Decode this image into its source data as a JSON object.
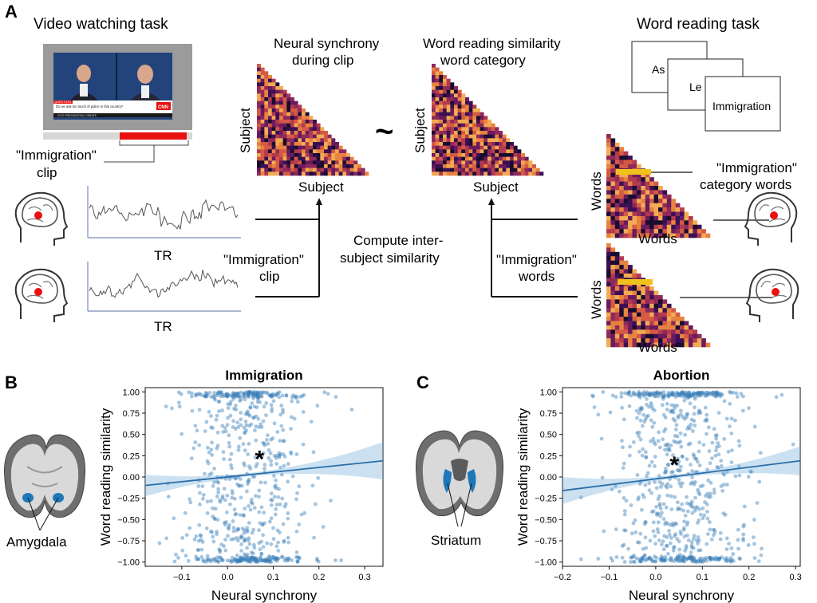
{
  "panel_a": {
    "letter": "A",
    "video_task_title": "Video watching task",
    "tv": {
      "banner_tag": "QUESTION",
      "question": "Do we ask too much of police in this country?",
      "bottom_line": "VICE PRESIDENTIAL DEBATE",
      "network": "CNN"
    },
    "clip_label_1": "\"Immigration\"",
    "clip_label_2": "clip",
    "tr_label_top": "TR",
    "tr_label_bottom": "TR",
    "neural_title_1": "Neural synchrony",
    "neural_title_2": "during clip",
    "word_title_1": "Word reading similarity",
    "word_title_2": "word category",
    "subject_axis": "Subject",
    "tilde": "~",
    "word_task_title": "Word reading task",
    "cards": [
      "As",
      "Le",
      "Immigration"
    ],
    "words_axis": "Words",
    "category_words_1": "\"Immigration\"",
    "category_words_2": "category words",
    "center_clip_1": "\"Immigration\"",
    "center_clip_2": "clip",
    "compute_1": "Compute inter-",
    "compute_2": "subject similarity",
    "imm_words_1": "\"Immigration\"",
    "imm_words_2": "words"
  },
  "panel_b": {
    "letter": "B",
    "region": "Amygdala"
  },
  "panel_c": {
    "letter": "C",
    "region": "Striatum"
  },
  "colors": {
    "scatter": "#3a7fb8",
    "highlight": "#f1c21b",
    "marker": "#e8110f",
    "tv_bar": "#e8110f"
  },
  "chart_data": [
    {
      "type": "scatter",
      "title": "Immigration",
      "xlabel": "Neural synchrony",
      "ylabel": "Word reading similarity",
      "xlim": [
        -0.18,
        0.34
      ],
      "ylim": [
        -1.05,
        1.05
      ],
      "xticks": [
        "−0.1",
        "0.0",
        "0.1",
        "0.2",
        "0.3"
      ],
      "xtick_values": [
        -0.1,
        0.0,
        0.1,
        0.2,
        0.3
      ],
      "yticks": [
        "1.00",
        "0.75",
        "0.50",
        "0.25",
        "0.00",
        "−0.25",
        "−0.50",
        "−0.75",
        "−1.00"
      ],
      "ytick_values": [
        1.0,
        0.75,
        0.5,
        0.25,
        0.0,
        -0.25,
        -0.5,
        -0.75,
        -1.0
      ],
      "n_points": 700,
      "x_center": 0.04,
      "x_spread": 0.07,
      "fit_line": {
        "x": [
          -0.18,
          0.34
        ],
        "y": [
          -0.1,
          0.19
        ]
      },
      "annotation": "*",
      "annotation_xy": [
        0.07,
        0.25
      ],
      "grid": false
    },
    {
      "type": "scatter",
      "title": "Abortion",
      "xlabel": "Neural synchrony",
      "ylabel": "Word reading similarity",
      "xlim": [
        -0.2,
        0.31
      ],
      "ylim": [
        -1.05,
        1.05
      ],
      "xticks": [
        "−0.2",
        "−0.1",
        "0.0",
        "0.1",
        "0.2",
        "0.3"
      ],
      "xtick_values": [
        -0.2,
        -0.1,
        0.0,
        0.1,
        0.2,
        0.3
      ],
      "yticks": [
        "1.00",
        "0.75",
        "0.50",
        "0.25",
        "0.00",
        "−0.25",
        "−0.50",
        "−0.75",
        "−1.00"
      ],
      "ytick_values": [
        1.0,
        0.75,
        0.5,
        0.25,
        0.0,
        -0.25,
        -0.5,
        -0.75,
        -1.0
      ],
      "n_points": 750,
      "x_center": 0.05,
      "x_spread": 0.07,
      "fit_line": {
        "x": [
          -0.2,
          0.31
        ],
        "y": [
          -0.16,
          0.19
        ]
      },
      "annotation": "*",
      "annotation_xy": [
        0.04,
        0.18
      ],
      "grid": false
    }
  ]
}
